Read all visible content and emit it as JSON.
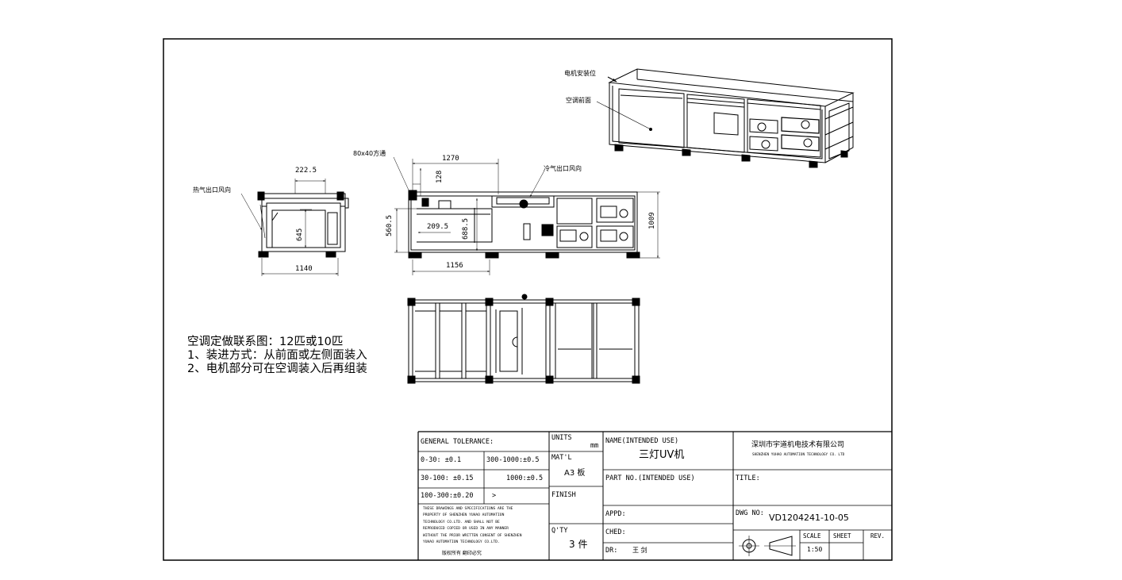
{
  "callouts": {
    "motor_mount": "电机安装位",
    "ac_front": "空调前面",
    "square_tube": "80x40方通",
    "cold_air_outlet": "冷气出口风向",
    "hot_air_outlet": "热气出口风向"
  },
  "dimensions": {
    "d222_5": "222.5",
    "d645": "645",
    "d1140": "1140",
    "d1270": "1270",
    "d128": "128",
    "d560_5": "560.5",
    "d209_5": "209.5",
    "d688_5": "688.5",
    "d1009": "1009",
    "d1156": "1156"
  },
  "notes": [
    "空调定做联系图：12匹或10匹",
    "1、装进方式：从前面或左侧面装入",
    "2、电机部分可在空调装入后再组装"
  ],
  "title_block": {
    "general_tolerance": "GENERAL TOLERANCE:",
    "tol_0_30": "0-30:    ±0.1",
    "tol_300_1000": "300-1000:±0.5",
    "tol_30_100": "30-100: ±0.15",
    "tol_1000": "1000:±0.5",
    "tol_100_300": "100-300:±0.20",
    "tol_gt": ">",
    "disclaimer": [
      "THESE DRAWINGS AND SPECIFICATIONS ARE THE",
      "PROPERTY OF SHENZHEN YUHAO AUTOMATION",
      "TECHNOLOGY CO.LTD.  AND SHALL NOT BE",
      "REPRODUCED COPIED OR USED IN ANY MANNER",
      "WITHOUT THE PRIOR WRITTEN CONSENT OF SHENZHEN",
      "YUHAO AUTOMATION TECHNOLOGY CO.LTD."
    ],
    "disclaimer_cn": "版权所有  翻印必究",
    "units_label": "UNITS",
    "units_value": "mm",
    "matl_label": "MAT'L",
    "matl_value": "A3 板",
    "finish_label": "FINISH",
    "qty_label": "Q'TY",
    "qty_value": "3 件",
    "name_label": "NAME(INTENDED USE)",
    "name_value": "三灯UV机",
    "part_no_label": "PART NO.(INTENDED USE)",
    "appd_label": "APPD:",
    "ched_label": "CHED:",
    "dr_label": "DR:",
    "dr_value": "王 剑",
    "company_cn": "深圳市宇道机电技术有限公司",
    "company_en": "SHENZHEN YUHAO AUTOMATION TECHNOLOGY CO. LTD",
    "title_label": "TITLE:",
    "dwg_no_label": "DWG NO:",
    "dwg_no_value": "VD1204241-10-05",
    "scale_label": "SCALE",
    "scale_value": "1:50",
    "sheet_label": "SHEET",
    "rev_label": "REV."
  }
}
